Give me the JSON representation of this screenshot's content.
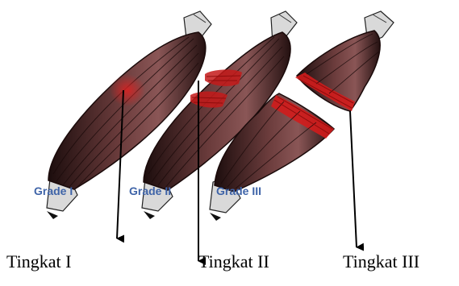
{
  "figure": {
    "grades": [
      "Grade I",
      "Grade II",
      "Grade III"
    ],
    "captions": [
      "Tingkat I",
      "Tingkat II",
      "Tingkat III"
    ],
    "colors": {
      "muscle_dark": "#2a1313",
      "muscle_body": "#7a4a4a",
      "injury_red": "#d71e1e",
      "tendon": "#cfcfcf",
      "grade_text": "#3f64a8",
      "arrow": "#000000"
    }
  }
}
